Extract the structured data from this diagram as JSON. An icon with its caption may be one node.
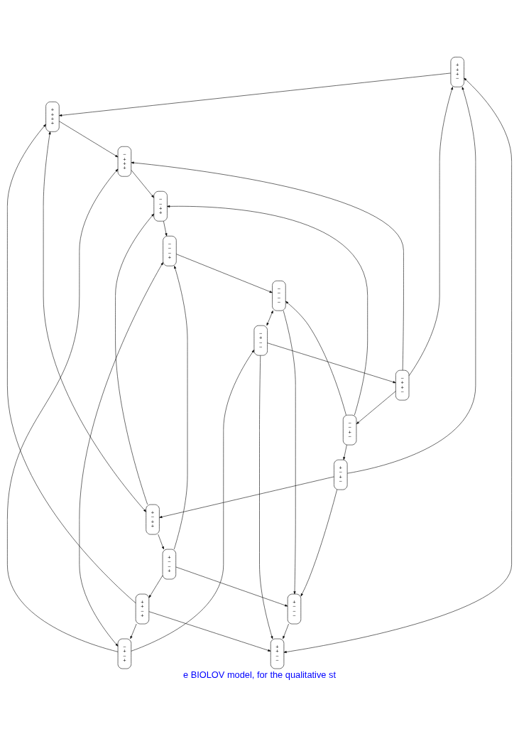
{
  "diagram": {
    "caption": "e BIOLOV model, for the qualitative st",
    "nodes": [
      {
        "text": [
          "+",
          "+",
          "+",
          "−"
        ]
      },
      {
        "text": [
          "+",
          "+",
          "−",
          "−"
        ]
      },
      {
        "text": [
          "−",
          "+",
          "+",
          "−"
        ]
      },
      {
        "text": [
          "−",
          "+",
          "−",
          "−"
        ]
      },
      {
        "text": [
          "−",
          "−",
          "+",
          "−"
        ]
      },
      {
        "text": [
          "−",
          "+",
          "+",
          "+"
        ]
      },
      {
        "text": [
          "−",
          "−",
          "−",
          "−"
        ]
      },
      {
        "text": [
          "+",
          "−",
          "−",
          "−"
        ]
      },
      {
        "text": [
          "+",
          "−",
          "+",
          "−"
        ]
      },
      {
        "text": [
          "−",
          "−",
          "+",
          "+"
        ]
      },
      {
        "text": [
          "−",
          "+",
          "−",
          "+"
        ]
      },
      {
        "text": [
          "−",
          "−",
          "−",
          "+"
        ]
      },
      {
        "text": [
          "+",
          "−",
          "+",
          "+"
        ]
      },
      {
        "text": [
          "+",
          "−",
          "−",
          "+"
        ]
      },
      {
        "text": [
          "+",
          "+",
          "+",
          "+"
        ]
      },
      {
        "text": [
          "+",
          "+",
          "−",
          "+"
        ]
      }
    ],
    "edges": [
      {
        "from": 0,
        "to": 1,
        "arrow": "both"
      },
      {
        "from": 2,
        "to": 0,
        "arrow": "to"
      },
      {
        "from": 2,
        "to": 4,
        "arrow": "to"
      },
      {
        "from": 2,
        "to": 5,
        "arrow": "to"
      },
      {
        "from": 3,
        "to": 2,
        "arrow": "to"
      },
      {
        "from": 3,
        "to": 1,
        "arrow": "to"
      },
      {
        "from": 6,
        "to": 3,
        "arrow": "both"
      },
      {
        "from": 4,
        "to": 6,
        "arrow": "to"
      },
      {
        "from": 4,
        "to": 8,
        "arrow": "to"
      },
      {
        "from": 4,
        "to": 9,
        "arrow": "to"
      },
      {
        "from": 8,
        "to": 0,
        "arrow": "to"
      },
      {
        "from": 6,
        "to": 7,
        "arrow": "to"
      },
      {
        "from": 8,
        "to": 7,
        "arrow": "to"
      },
      {
        "from": 7,
        "to": 1,
        "arrow": "to"
      },
      {
        "from": 10,
        "to": 3,
        "arrow": "to"
      },
      {
        "from": 5,
        "to": 9,
        "arrow": "to"
      },
      {
        "from": 10,
        "to": 5,
        "arrow": "to"
      },
      {
        "from": 11,
        "to": 6,
        "arrow": "to"
      },
      {
        "from": 13,
        "to": 7,
        "arrow": "to"
      },
      {
        "from": 9,
        "to": 11,
        "arrow": "to"
      },
      {
        "from": 12,
        "to": 9,
        "arrow": "to"
      },
      {
        "from": 11,
        "to": 10,
        "arrow": "both"
      },
      {
        "from": 8,
        "to": 12,
        "arrow": "to"
      },
      {
        "from": 14,
        "to": 5,
        "arrow": "to"
      },
      {
        "from": 12,
        "to": 14,
        "arrow": "both"
      },
      {
        "from": 0,
        "to": 14,
        "arrow": "to"
      },
      {
        "from": 13,
        "to": 11,
        "arrow": "to"
      },
      {
        "from": 12,
        "to": 13,
        "arrow": "to"
      },
      {
        "from": 13,
        "to": 15,
        "arrow": "to"
      },
      {
        "from": 15,
        "to": 14,
        "arrow": "to"
      },
      {
        "from": 15,
        "to": 10,
        "arrow": "to"
      },
      {
        "from": 15,
        "to": 1,
        "arrow": "to"
      }
    ]
  }
}
